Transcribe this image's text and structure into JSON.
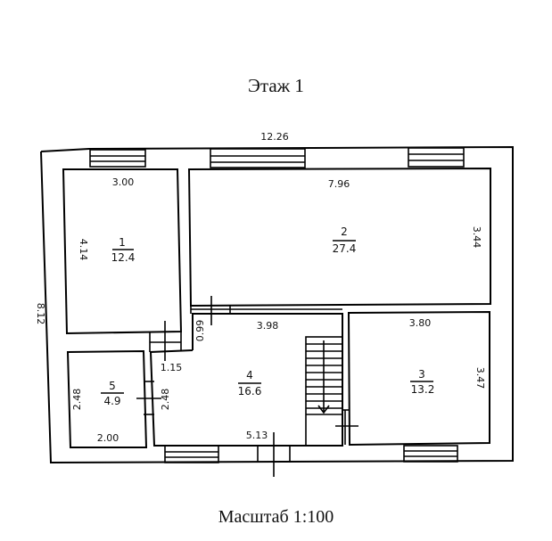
{
  "title": "Этаж 1",
  "scale_label": "Масштаб 1:100",
  "overall": {
    "width": "12.26",
    "height": "8.12"
  },
  "rooms": [
    {
      "id": "1",
      "area": "12.4",
      "width": "3.00",
      "height": "4.14"
    },
    {
      "id": "2",
      "area": "27.4",
      "width": "7.96",
      "height": "3.44"
    },
    {
      "id": "3",
      "area": "13.2",
      "width": "3.80",
      "height": "3.47"
    },
    {
      "id": "4",
      "area": "16.6",
      "width_top": "3.98",
      "width_bottom": "5.13",
      "height": "2.48",
      "corridor_width": "1.15",
      "corridor_depth": "0.99"
    },
    {
      "id": "5",
      "area": "4.9",
      "width": "2.00",
      "height": "2.48"
    }
  ],
  "stair": {
    "direction": "down"
  }
}
